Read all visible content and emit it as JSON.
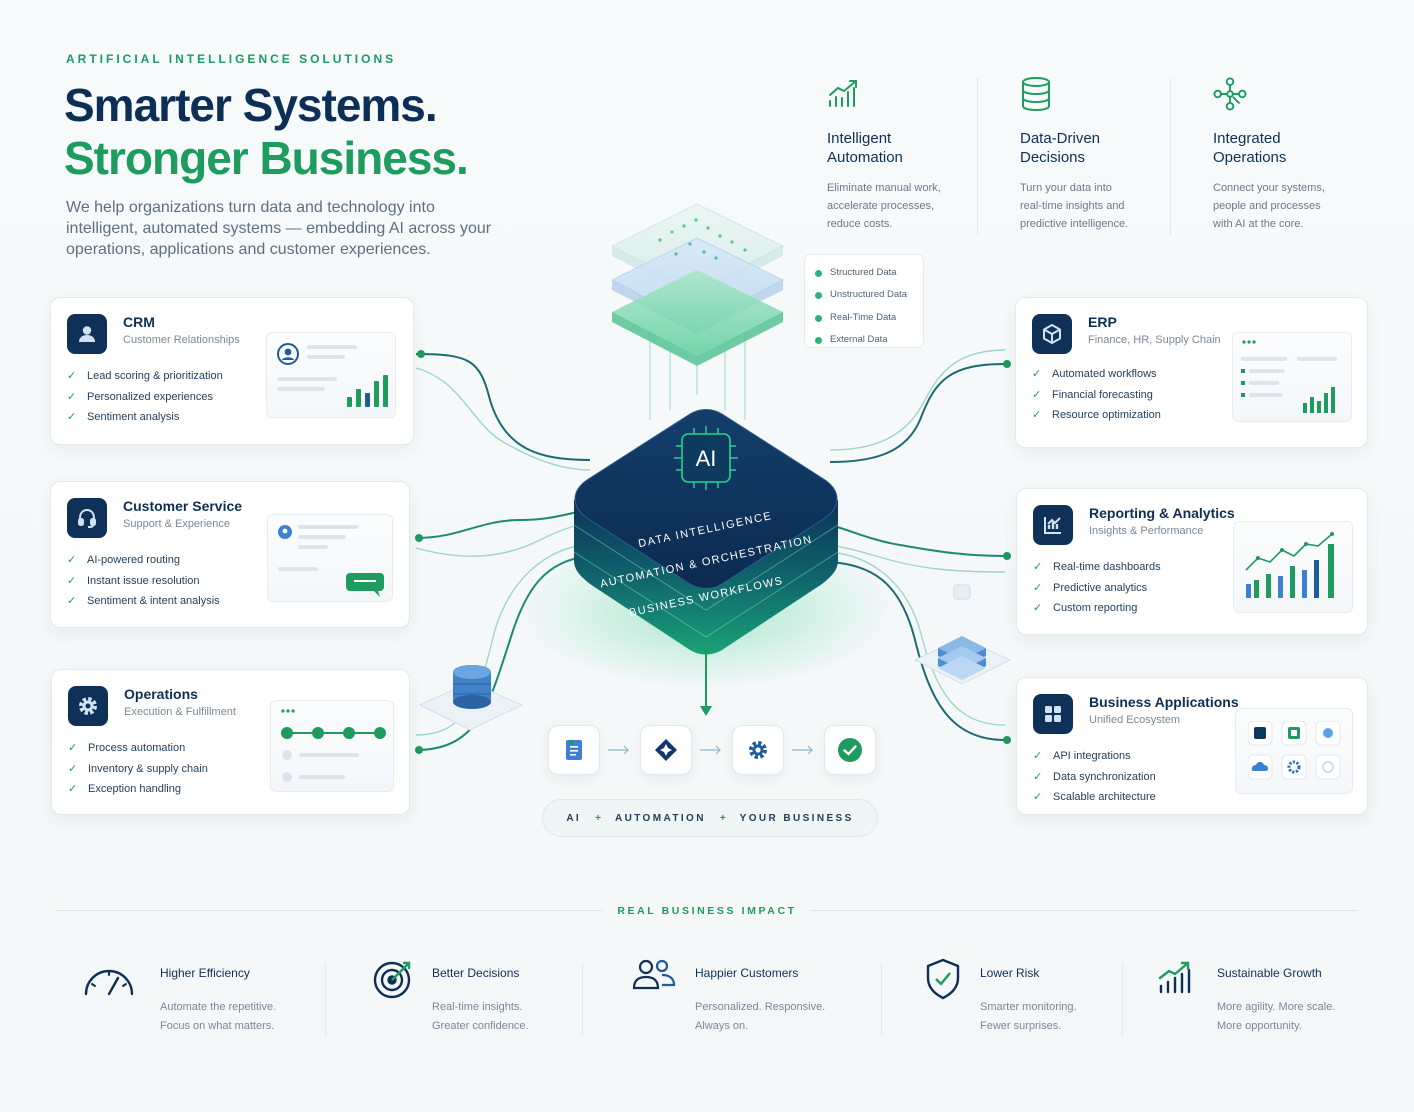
{
  "hero": {
    "eyebrow": "ARTIFICIAL INTELLIGENCE SOLUTIONS",
    "title_line1": "Smarter Systems.",
    "title_line2": "Stronger Business.",
    "lead": "We help organizations turn data and technology into intelligent, automated systems — embedding AI across your operations, applications and customer experiences."
  },
  "features": [
    {
      "icon": "trend-up-icon",
      "title_1": "Intelligent",
      "title_2": "Automation",
      "desc_1": "Eliminate manual work,",
      "desc_2": "accelerate processes,",
      "desc_3": "reduce costs."
    },
    {
      "icon": "database-icon",
      "title_1": "Data-Driven",
      "title_2": "Decisions",
      "desc_1": "Turn your data into",
      "desc_2": "real-time insights and",
      "desc_3": "predictive intelligence."
    },
    {
      "icon": "network-icon",
      "title_1": "Integrated",
      "title_2": "Operations",
      "desc_1": "Connect your systems,",
      "desc_2": "people and processes",
      "desc_3": "with AI at the core."
    }
  ],
  "data_sources": [
    "Structured Data",
    "Unstructured Data",
    "Real-Time Data",
    "External Data"
  ],
  "core": {
    "chip_label": "AI",
    "layer1": "DATA INTELLIGENCE",
    "layer2": "AUTOMATION & ORCHESTRATION",
    "layer3": "BUSINESS WORKFLOWS"
  },
  "pipeline_label": {
    "a": "AI",
    "b": "AUTOMATION",
    "c": "YOUR BUSINESS",
    "plus": "+"
  },
  "left_cards": [
    {
      "icon": "user-icon",
      "title": "CRM",
      "subtitle": "Customer Relationships",
      "items": [
        "Lead scoring & prioritization",
        "Personalized experiences",
        "Sentiment analysis"
      ]
    },
    {
      "icon": "headset-icon",
      "title": "Customer Service",
      "subtitle": "Support & Experience",
      "items": [
        "AI-powered routing",
        "Instant issue resolution",
        "Sentiment & intent analysis"
      ]
    },
    {
      "icon": "gear-icon",
      "title": "Operations",
      "subtitle": "Execution & Fulfillment",
      "items": [
        "Process automation",
        "Inventory & supply chain",
        "Exception handling"
      ]
    }
  ],
  "right_cards": [
    {
      "icon": "cube-icon",
      "title": "ERP",
      "subtitle": "Finance, HR, Supply Chain",
      "items": [
        "Automated workflows",
        "Financial forecasting",
        "Resource optimization"
      ]
    },
    {
      "icon": "chart-icon",
      "title": "Reporting & Analytics",
      "subtitle": "Insights & Performance",
      "items": [
        "Real-time dashboards",
        "Predictive analytics",
        "Custom reporting"
      ]
    },
    {
      "icon": "grid-icon",
      "title": "Business Applications",
      "subtitle": "Unified Ecosystem",
      "items": [
        "API integrations",
        "Data synchronization",
        "Scalable architecture"
      ]
    }
  ],
  "impact": {
    "title": "REAL BUSINESS IMPACT",
    "items": [
      {
        "icon": "gauge-icon",
        "title": "Higher Efficiency",
        "d1": "Automate the repetitive.",
        "d2": "Focus on what matters."
      },
      {
        "icon": "target-icon",
        "title": "Better Decisions",
        "d1": "Real-time insights.",
        "d2": "Greater confidence."
      },
      {
        "icon": "users-icon",
        "title": "Happier Customers",
        "d1": "Personalized. Responsive.",
        "d2": "Always on."
      },
      {
        "icon": "shield-check-icon",
        "title": "Lower Risk",
        "d1": "Smarter monitoring.",
        "d2": "Fewer surprises."
      },
      {
        "icon": "growth-icon",
        "title": "Sustainable Growth",
        "d1": "More agility. More scale.",
        "d2": "More opportunity."
      }
    ]
  },
  "colors": {
    "navy": "#0e2f55",
    "green": "#1e9b5e",
    "teal": "#2db37a",
    "muted": "#6b7a89"
  }
}
